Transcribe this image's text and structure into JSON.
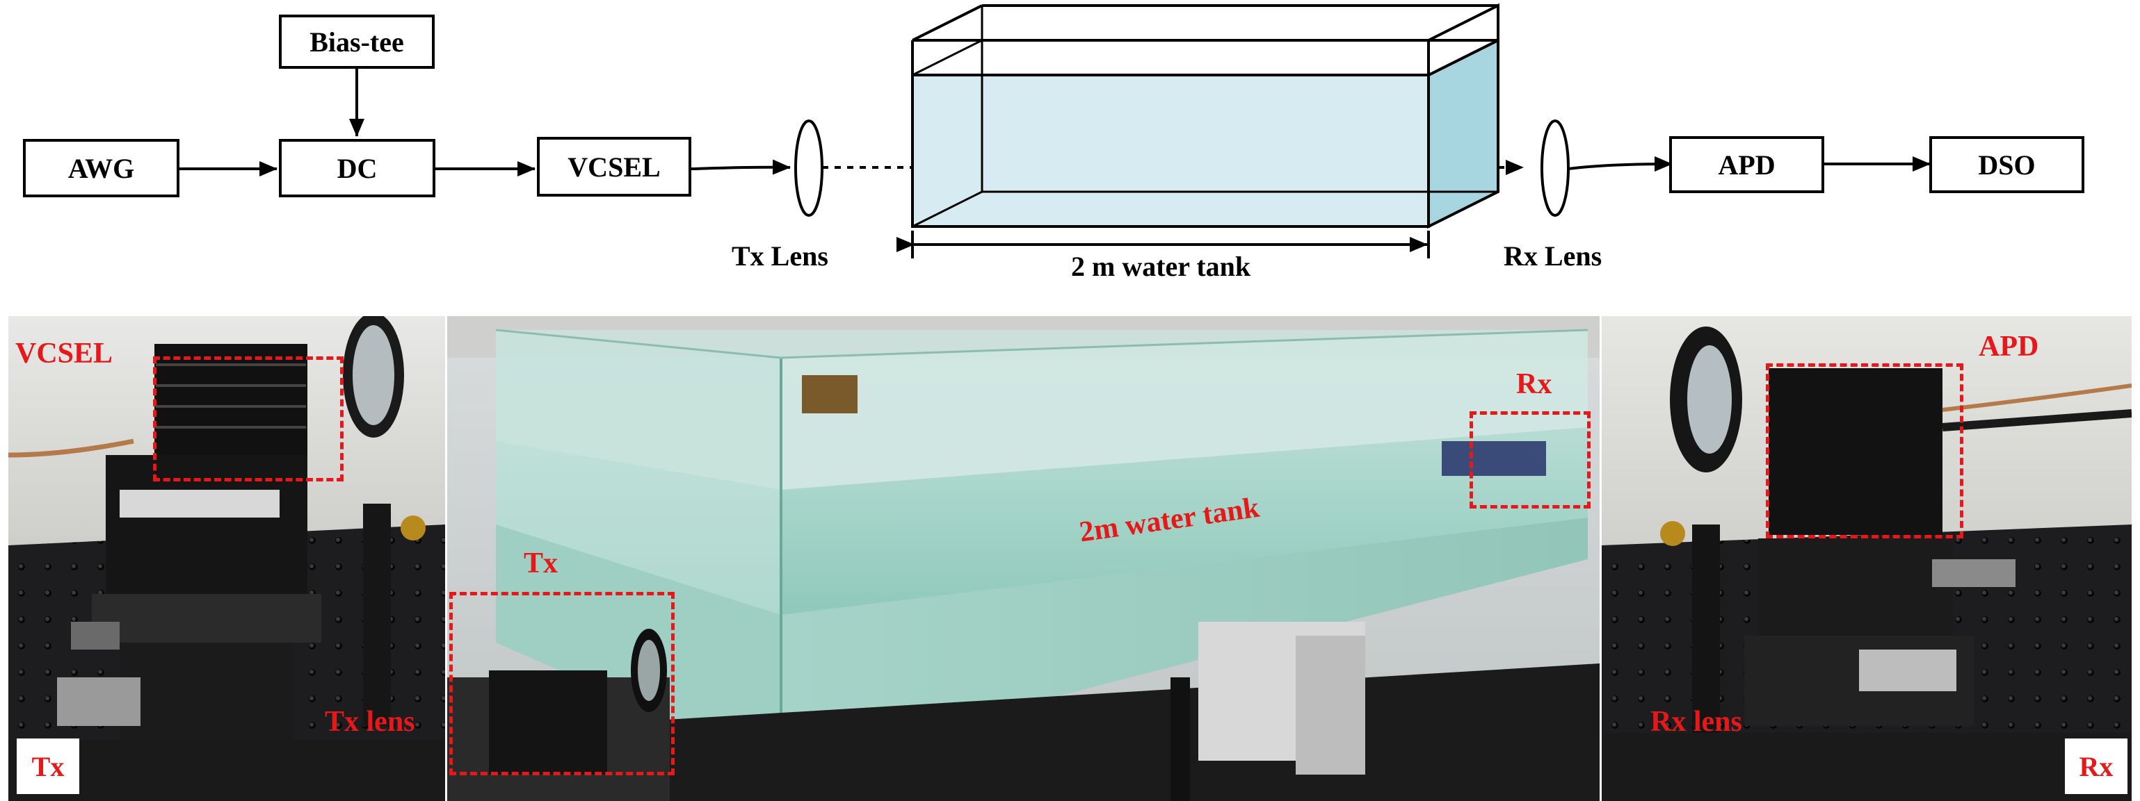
{
  "diagram": {
    "blocks": {
      "awg": "AWG",
      "dc": "DC",
      "bias_tee": "Bias-tee",
      "vcsel": "VCSEL",
      "apd": "APD",
      "dso": "DSO"
    },
    "tx_lens_label": "Tx Lens",
    "rx_lens_label": "Rx Lens",
    "tank_label": "2 m water tank",
    "colors": {
      "water": "#d6ebf2",
      "water_side": "#a8d6e0",
      "line": "#000000"
    }
  },
  "photos": {
    "left": {
      "vcsel_label": "VCSEL",
      "tx_lens_label": "Tx lens",
      "badge": "Tx"
    },
    "middle": {
      "tx_label": "Tx",
      "rx_label": "Rx",
      "tank_label": "2m water tank"
    },
    "right": {
      "apd_label": "APD",
      "rx_lens_label": "Rx lens",
      "badge": "Rx"
    },
    "colors": {
      "annotation": "#e5191a"
    }
  }
}
